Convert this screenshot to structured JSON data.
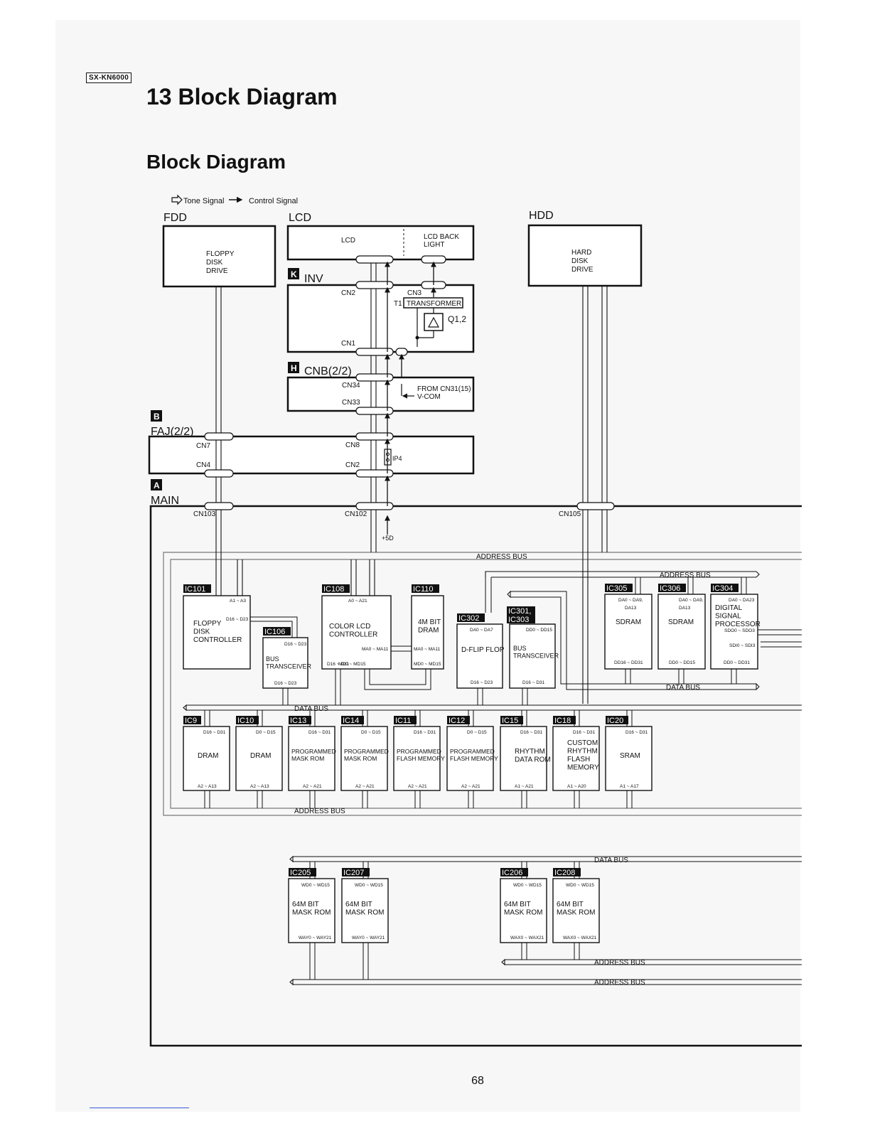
{
  "header": {
    "model_badge": "SX-KN6000",
    "section_title": "13 Block Diagram",
    "subsection_title": "Block Diagram"
  },
  "legend": {
    "tone_signal": "Tone Signal",
    "control_signal": "Control Signal"
  },
  "sections": {
    "fdd": "FDD",
    "lcd": "LCD",
    "hdd": "HDD",
    "inv_letter": "K",
    "inv_name": "INV",
    "cnb_letter": "H",
    "cnb_name": "CNB(2/2)",
    "faj_letter": "B",
    "faj_name": "FAJ(2/2)",
    "main_letter": "A",
    "main_name": "MAIN"
  },
  "devices": {
    "floppy": [
      "FLOPPY",
      "DISK",
      "DRIVE"
    ],
    "lcd_panel": "LCD",
    "lcd_backlight": [
      "LCD BACK",
      "LIGHT"
    ],
    "hard_disk": [
      "HARD",
      "DISK",
      "DRIVE"
    ],
    "transformer_ref": "T1",
    "transformer": "TRANSFORMER",
    "q12": "Q1,2",
    "from_cn31": "FROM CN31(15)",
    "vcom": "V-COM",
    "ip4": "IP4",
    "plus5d": "+5D"
  },
  "connectors": {
    "inv_cn2": "CN2",
    "inv_cn3": "CN3",
    "inv_cn1": "CN1",
    "cnb_cn34": "CN34",
    "cnb_cn33": "CN33",
    "faj_cn7": "CN7",
    "faj_cn4": "CN4",
    "faj_cn8": "CN8",
    "faj_cn2": "CN2",
    "main_cn103": "CN103",
    "main_cn102": "CN102",
    "main_cn105": "CN105"
  },
  "buses": {
    "address_bus": "ADDRESS BUS",
    "data_bus": "DATA BUS"
  },
  "ics": {
    "ic101": {
      "label": "IC101",
      "name": [
        "FLOPPY",
        "DISK",
        "CONTROLLER"
      ],
      "pins": [
        "A1 ~ A3",
        "D16 ~ D23"
      ]
    },
    "ic106": {
      "label": "IC106",
      "name": [
        "BUS",
        "TRANSCEIVER"
      ],
      "pins": [
        "D16 ~ D23",
        "D16 ~ D23"
      ]
    },
    "ic108": {
      "label": "IC108",
      "name": [
        "COLOR LCD",
        "CONTROLLER"
      ],
      "pins": [
        "A0 ~ A21",
        "MA0 ~ MA11",
        "D16 ~ D31",
        "MD0 ~ MD15"
      ]
    },
    "ic110": {
      "label": "IC110",
      "name": [
        "4M BIT",
        "DRAM"
      ],
      "pins": [
        "MA0 ~ MA11",
        "MD0 ~ MD15"
      ]
    },
    "ic302": {
      "label": "IC302",
      "name": [
        "D-FLIP FLOP"
      ],
      "pins": [
        "DA0 ~ DA7",
        "D16 ~ D23"
      ]
    },
    "ic301": {
      "label": "IC301,",
      "label2": "IC303",
      "name": [
        "BUS",
        "TRANSCEIVER"
      ],
      "pins": [
        "DD0 ~ DD15",
        "D16 ~ D31"
      ]
    },
    "ic305": {
      "label": "IC305",
      "name": [
        "SDRAM"
      ],
      "pins": [
        "DA0 ~ DA9,",
        "DA13",
        "DD16 ~ DD31"
      ]
    },
    "ic306": {
      "label": "IC306",
      "name": [
        "SDRAM"
      ],
      "pins": [
        "DA0 ~ DA9,",
        "DA13",
        "DD0 ~ DD15"
      ]
    },
    "ic304": {
      "label": "IC304",
      "name": [
        "DIGITAL",
        "SIGNAL",
        "PROCESSOR"
      ],
      "pins": [
        "DA0 ~ DA23",
        "SDO0 ~ SDO3",
        "SDI0 ~ SDI3",
        "DD0 ~ DD31"
      ]
    },
    "ic9": {
      "label": "IC9",
      "name": [
        "DRAM"
      ],
      "pins": [
        "D16 ~ D31",
        "A2 ~ A13"
      ]
    },
    "ic10": {
      "label": "IC10",
      "name": [
        "DRAM"
      ],
      "pins": [
        "D0 ~ D15",
        "A2 ~ A13"
      ]
    },
    "ic13": {
      "label": "IC13",
      "name": [
        "PROGRAMMED",
        "MASK ROM"
      ],
      "pins": [
        "D16 ~ D31",
        "A2 ~ A21"
      ]
    },
    "ic14": {
      "label": "IC14",
      "name": [
        "PROGRAMMED",
        "MASK ROM"
      ],
      "pins": [
        "D0 ~ D15",
        "A2 ~ A21"
      ]
    },
    "ic11": {
      "label": "IC11",
      "name": [
        "PROGRAMMED",
        "FLASH MEMORY"
      ],
      "pins": [
        "D16 ~ D31",
        "A2 ~ A21"
      ]
    },
    "ic12": {
      "label": "IC12",
      "name": [
        "PROGRAMMED",
        "FLASH MEMORY"
      ],
      "pins": [
        "D0 ~ D15",
        "A2 ~ A21"
      ]
    },
    "ic15": {
      "label": "IC15",
      "name": [
        "RHYTHM",
        "DATA ROM"
      ],
      "pins": [
        "D16 ~ D31",
        "A1 ~ A21"
      ]
    },
    "ic18": {
      "label": "IC18",
      "name": [
        "CUSTOM",
        "RHYTHM",
        "FLASH",
        "MEMORY"
      ],
      "pins": [
        "D16 ~ D31",
        "A1 ~ A20"
      ]
    },
    "ic20": {
      "label": "IC20",
      "name": [
        "SRAM"
      ],
      "pins": [
        "D16 ~ D31",
        "A1 ~ A17"
      ]
    },
    "ic205": {
      "label": "IC205",
      "name": [
        "64M BIT",
        "MASK ROM"
      ],
      "pins": [
        "WD0 ~ WD15",
        "WAY0 ~ WAY21"
      ]
    },
    "ic207": {
      "label": "IC207",
      "name": [
        "64M BIT",
        "MASK ROM"
      ],
      "pins": [
        "WD0 ~ WD15",
        "WAY0 ~ WAY21"
      ]
    },
    "ic206": {
      "label": "IC206",
      "name": [
        "64M BIT",
        "MASK ROM"
      ],
      "pins": [
        "WD0 ~ WD15",
        "WAX0 ~ WAX21"
      ]
    },
    "ic208": {
      "label": "IC208",
      "name": [
        "64M BIT",
        "MASK ROM"
      ],
      "pins": [
        "WD0 ~ WD15",
        "WAX0 ~ WAX21"
      ]
    }
  },
  "page_number": "68"
}
